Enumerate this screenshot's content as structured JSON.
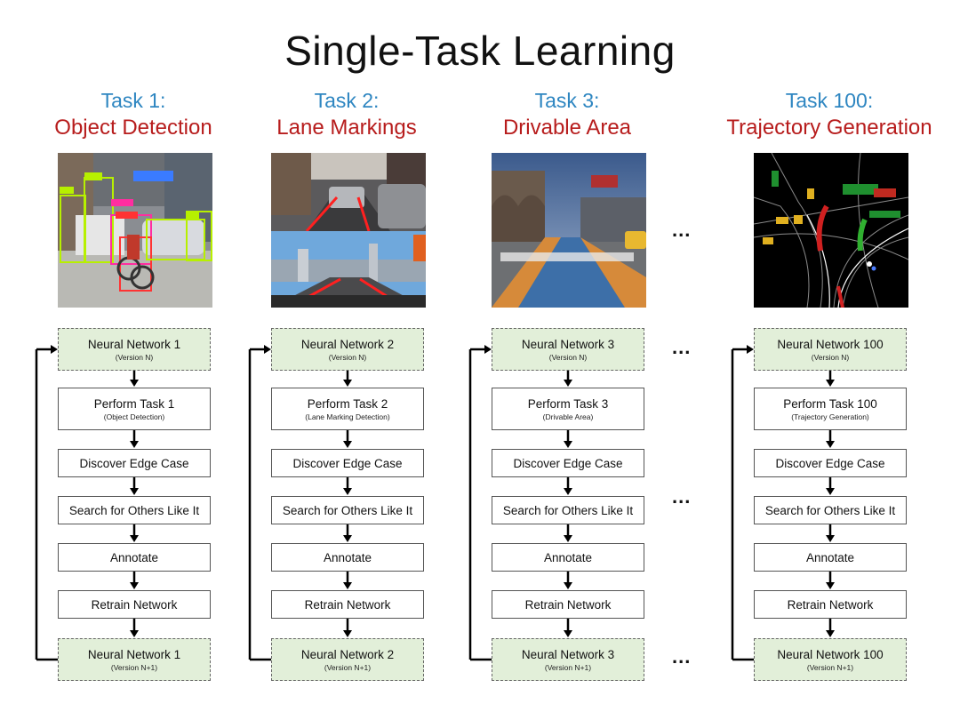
{
  "title": "Single-Task Learning",
  "tasks": [
    {
      "number": "Task 1:",
      "name": "Object Detection",
      "image": "object-detection-street-photo",
      "steps": [
        {
          "label": "Neural Network 1",
          "sub": "(Version N)"
        },
        {
          "label": "Perform Task 1",
          "sub": "(Object Detection)"
        },
        {
          "label": "Discover Edge Case"
        },
        {
          "label": "Search for Others Like It"
        },
        {
          "label": "Annotate"
        },
        {
          "label": "Retrain Network"
        },
        {
          "label": "Neural Network 1",
          "sub": "(Version N+1)"
        }
      ]
    },
    {
      "number": "Task 2:",
      "name": "Lane Markings",
      "image": "lane-markings-road-photos",
      "steps": [
        {
          "label": "Neural Network 2",
          "sub": "(Version N)"
        },
        {
          "label": "Perform Task 2",
          "sub": "(Lane Marking Detection)"
        },
        {
          "label": "Discover Edge Case"
        },
        {
          "label": "Search for Others Like It"
        },
        {
          "label": "Annotate"
        },
        {
          "label": "Retrain Network"
        },
        {
          "label": "Neural Network 2",
          "sub": "(Version N+1)"
        }
      ]
    },
    {
      "number": "Task 3:",
      "name": "Drivable Area",
      "image": "drivable-area-road-photo",
      "steps": [
        {
          "label": "Neural Network 3",
          "sub": "(Version N)"
        },
        {
          "label": "Perform Task 3",
          "sub": "(Drivable Area)"
        },
        {
          "label": "Discover Edge Case"
        },
        {
          "label": "Search for Others Like It"
        },
        {
          "label": "Annotate"
        },
        {
          "label": "Retrain Network"
        },
        {
          "label": "Neural Network 3",
          "sub": "(Version N+1)"
        }
      ]
    },
    {
      "number": "Task 100:",
      "name": "Trajectory Generation",
      "image": "trajectory-generation-map",
      "steps": [
        {
          "label": "Neural Network 100",
          "sub": "(Version N)"
        },
        {
          "label": "Perform Task 100",
          "sub": "(Trajectory Generation)"
        },
        {
          "label": "Discover Edge Case"
        },
        {
          "label": "Search for Others Like It"
        },
        {
          "label": "Annotate"
        },
        {
          "label": "Retrain Network"
        },
        {
          "label": "Neural Network 100",
          "sub": "(Version N+1)"
        }
      ]
    }
  ],
  "ellipsis": "...",
  "colors": {
    "task_number": "#2e86c1",
    "task_name": "#b71c1c",
    "network_box_fill": "#e2efd9"
  }
}
